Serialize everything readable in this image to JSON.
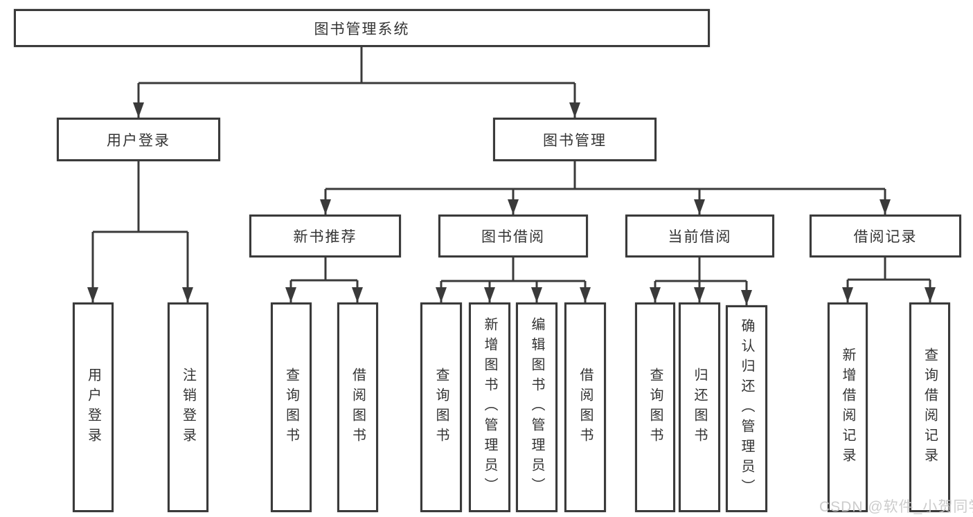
{
  "diagram": {
    "root": {
      "label": "图书管理系统"
    },
    "branches": [
      {
        "label": "用户登录",
        "children": [
          {
            "label": "用户登录"
          },
          {
            "label": "注销登录"
          }
        ]
      },
      {
        "label": "图书管理",
        "children": [
          {
            "label": "新书推荐",
            "children": [
              {
                "label": "查询图书"
              },
              {
                "label": "借阅图书"
              }
            ]
          },
          {
            "label": "图书借阅",
            "children": [
              {
                "label": "查询图书"
              },
              {
                "label": "新增图书（管理员）"
              },
              {
                "label": "编辑图书（管理员）"
              },
              {
                "label": "借阅图书"
              }
            ]
          },
          {
            "label": "当前借阅",
            "children": [
              {
                "label": "查询图书"
              },
              {
                "label": "归还图书"
              },
              {
                "label": "确认归还（管理员）"
              }
            ]
          },
          {
            "label": "借阅记录",
            "children": [
              {
                "label": "新增借阅记录"
              },
              {
                "label": "查询借阅记录"
              }
            ]
          }
        ]
      }
    ],
    "watermark": "CSDN @软件_小贺同学",
    "colors": {
      "line": "#3a3a3a",
      "text": "#333333",
      "watermark": "#c8c8c8",
      "background": "#ffffff"
    }
  }
}
